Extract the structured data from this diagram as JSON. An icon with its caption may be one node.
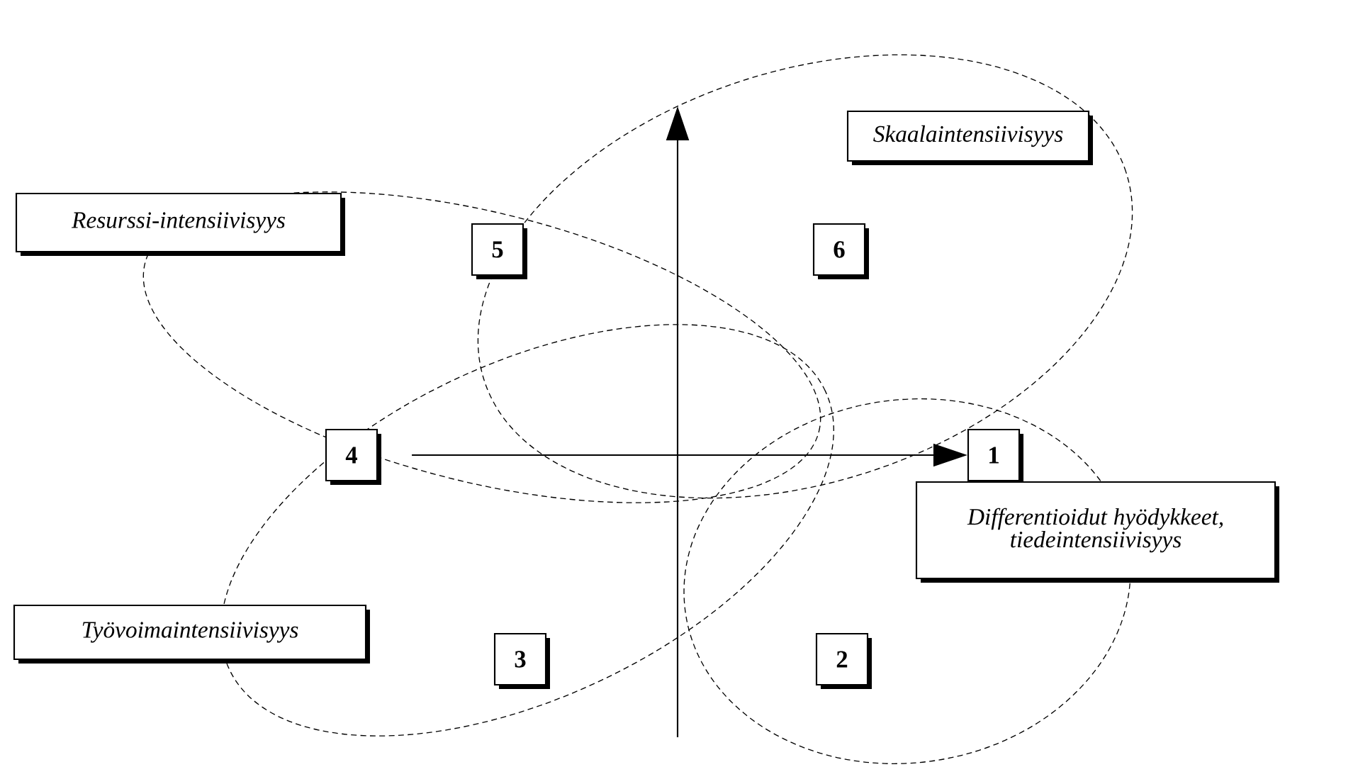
{
  "diagram": {
    "nodes": [
      {
        "text": [
          "Skaalaintensiivisyys"
        ]
      },
      {
        "text": [
          "Resurssi-intensiivisyys"
        ]
      },
      {
        "text": [
          "5"
        ]
      },
      {
        "text": [
          "6"
        ]
      },
      {
        "text": [
          "4"
        ]
      },
      {
        "text": [
          "1"
        ]
      },
      {
        "text": [
          "Differentioidut hyödykkeet, tiedeintensiivisyys"
        ]
      },
      {
        "text": [
          "Työvoimaintensiivisyys"
        ]
      },
      {
        "text": [
          "3"
        ]
      },
      {
        "text": [
          "2"
        ]
      }
    ],
    "edges": [
      {
        "from": 4,
        "to": 5,
        "arrow": "to"
      }
    ]
  }
}
